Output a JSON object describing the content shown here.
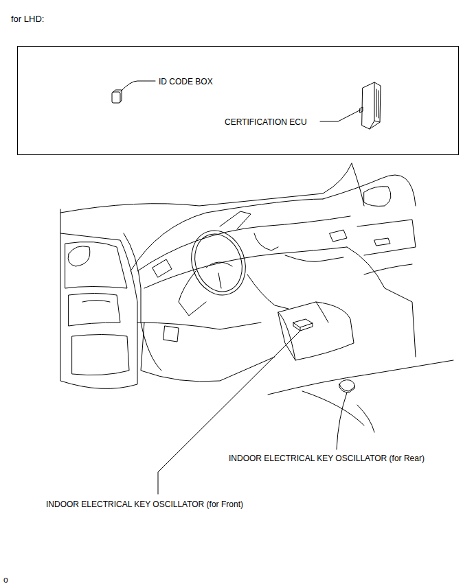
{
  "diagram": {
    "title": "for LHD:",
    "nodes": [
      {
        "text": [
          "ID CODE BOX",
          "CERTIFICATION ECU"
        ]
      }
    ],
    "labels": [
      "INDOOR ELECTRICAL KEY OSCILLATOR (for Rear)",
      "INDOOR ELECTRICAL KEY OSCILLATOR (for Front)",
      "o"
    ]
  }
}
